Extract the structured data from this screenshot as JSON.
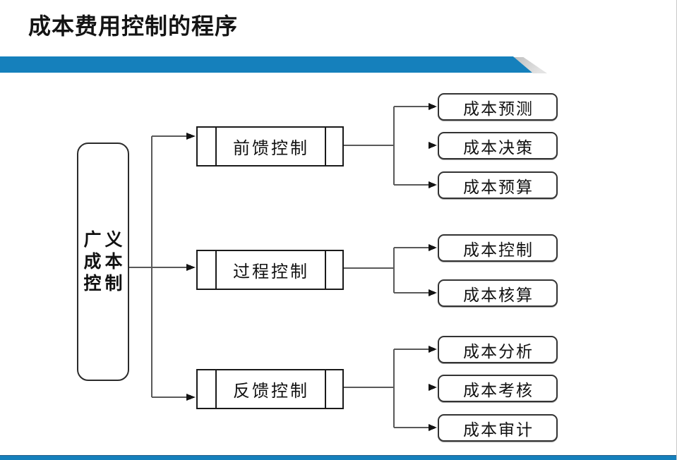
{
  "slide": {
    "title": "成本费用控制的程序"
  },
  "colors": {
    "banner_blue": "#1580bc",
    "bottom_bar_blue": "#1580bc",
    "connector_gray": "#595959",
    "arrowhead_black": "#141414",
    "box_border": "#1a1a1a"
  },
  "diagram": {
    "root": {
      "label": "广义成本控制",
      "lines": [
        "广义",
        "成本",
        "控制"
      ]
    },
    "branches": [
      {
        "label": "前馈控制",
        "children": [
          "成本预测",
          "成本决策",
          "成本预算"
        ]
      },
      {
        "label": "过程控制",
        "children": [
          "成本控制",
          "成本核算"
        ]
      },
      {
        "label": "反馈控制",
        "children": [
          "成本分析",
          "成本考核",
          "成本审计"
        ]
      }
    ]
  }
}
